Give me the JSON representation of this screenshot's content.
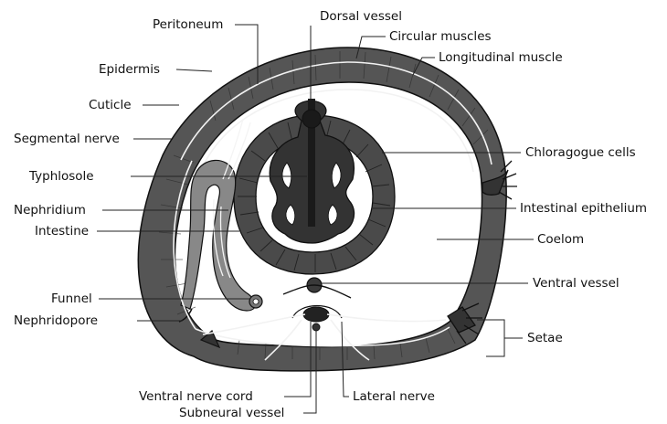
{
  "labels": {
    "peritoneum": "Peritoneum",
    "dorsal_vessel": "Dorsal vessel",
    "circular_muscles": "Circular muscles",
    "longitudinal_muscle": "Longitudinal muscle",
    "epidermis": "Epidermis",
    "cuticle": "Cuticle",
    "segmental_nerve": "Segmental nerve",
    "typhlosole": "Typhlosole",
    "nephridium": "Nephridium",
    "intestine": "Intestine",
    "funnel": "Funnel",
    "nephridopore": "Nephridopore",
    "chloragogue_cells": "Chloragogue cells",
    "intestinal_epithelium": "Intestinal epithelium",
    "coelom": "Coelom",
    "ventral_vessel": "Ventral vessel",
    "setae": "Setae",
    "ventral_nerve_cord": "Ventral nerve cord",
    "lateral_nerve": "Lateral nerve",
    "subneural_vessel": "Subneural vessel"
  },
  "colors": {
    "tissue_dark": "#4a4a4a",
    "tissue_mid": "#6e6e6e",
    "tissue_light": "#9c9c9c",
    "vessel": "#2a2a2a",
    "background": "#ffffff"
  }
}
